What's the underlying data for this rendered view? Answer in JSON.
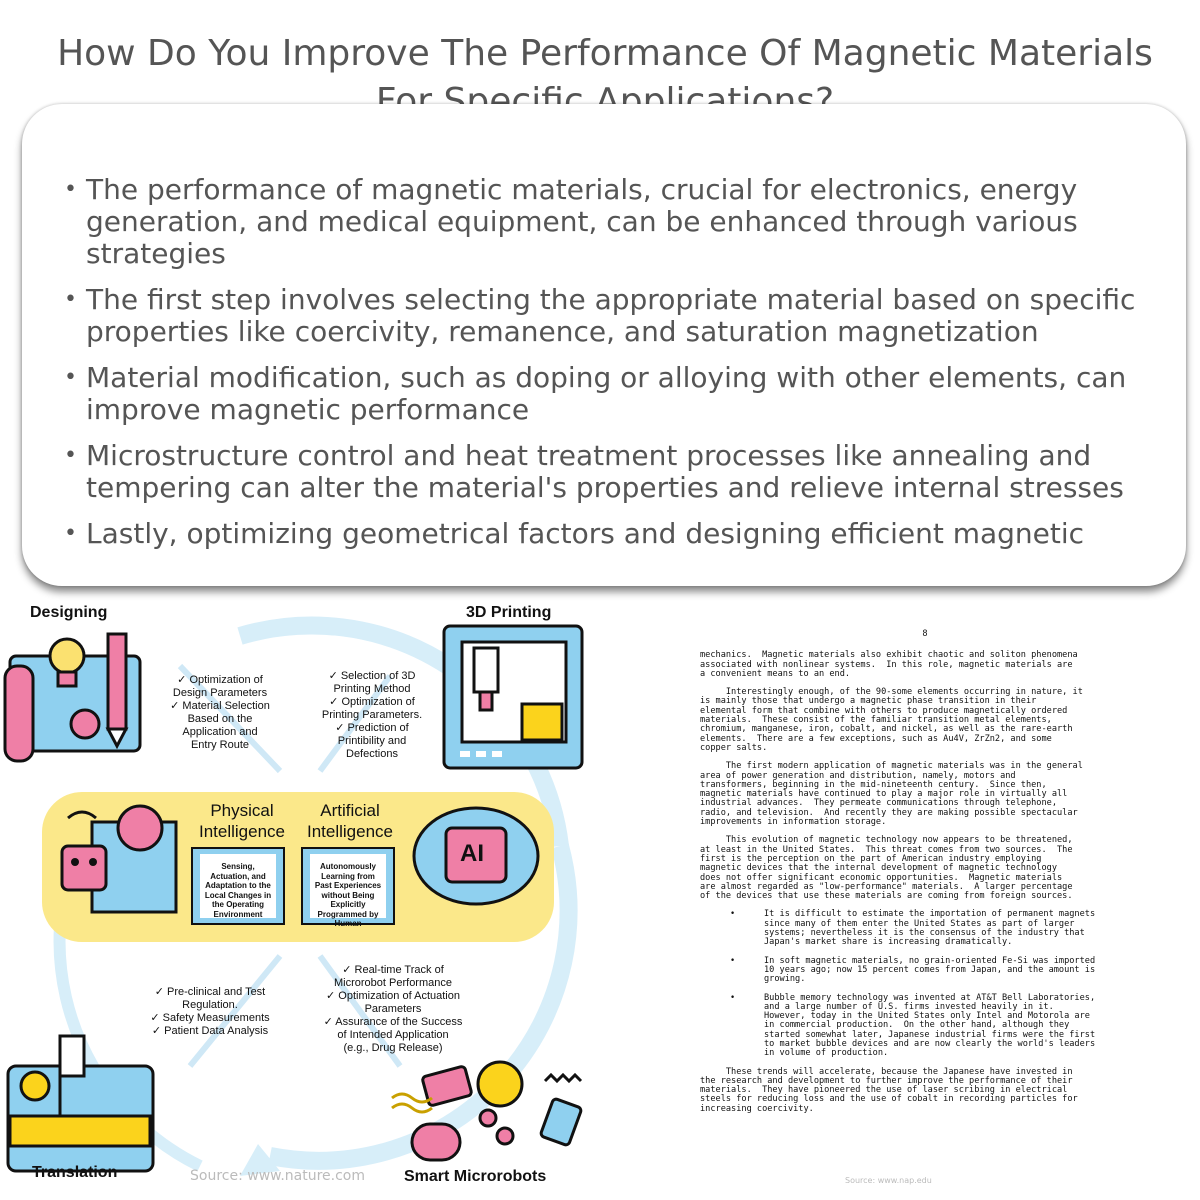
{
  "title": "How Do You Improve The Performance Of Magnetic Materials For Specific Applications?",
  "bullets": [
    "The performance of magnetic materials, crucial for electronics, energy generation, and medical equipment, can be enhanced through various strategies",
    "The first step involves selecting the appropriate material based on specific properties like coercivity, remanence, and saturation magnetization",
    "Material modification, such as doping or alloying with other elements, can improve magnetic performance",
    "Microstructure control and heat treatment processes like annealing and tempering can alter the material's properties and relieve internal stresses",
    "Lastly, optimizing geometrical factors and designing efficient magnetic"
  ],
  "diagram": {
    "designing": "Designing",
    "printing": "3D Printing",
    "translation": "Translation",
    "microrobots": "Smart Microrobots",
    "design_notes": [
      "✓ Optimization of",
      "Design Parameters",
      "✓ Material Selection",
      "Based on the",
      "Application and",
      "Entry Route"
    ],
    "printing_notes": [
      "✓ Selection of 3D",
      "Printing Method",
      "✓ Optimization of",
      "Printing Parameters.",
      "✓ Prediction of",
      "Printibility and",
      "Defections"
    ],
    "physical_heading": "Physical Intelligence",
    "artificial_heading": "Artificial Intelligence",
    "physical_box": "Sensing, Actuation, and Adaptation to the Local Changes in the Operating Environment",
    "artificial_box": "Autonomously Learning from Past Experiences without Being Explicitly Programmed by Human",
    "ai_badge": "AI",
    "translation_notes": [
      "✓ Pre-clinical and Test",
      "Regulation.",
      "✓ Safety Measurements",
      "✓ Patient Data Analysis"
    ],
    "robot_notes": [
      "✓ Real-time Track of",
      "Microrobot Performance",
      "✓ Optimization of Actuation",
      "Parameters",
      "✓ Assurance of the Success",
      "of Intended Application",
      "(e.g., Drug Release)"
    ],
    "source": "Source: www.nature.com"
  },
  "document": {
    "page_number": "8",
    "paragraphs": [
      "mechanics.  Magnetic materials also exhibit chaotic and soliton phenomena\nassociated with nonlinear systems.  In this role, magnetic materials are\na convenient means to an end.",
      "     Interestingly enough, of the 90-some elements occurring in nature, it\nis mainly those that undergo a magnetic phase transition in their\nelemental form that combine with others to produce magnetically ordered\nmaterials.  These consist of the familiar transition metal elements,\nchromium, manganese, iron, cobalt, and nickel, as well as the rare-earth\nelements.  There are a few exceptions, such as Au4V, ZrZn2, and some\ncopper salts.",
      "     The first modern application of magnetic materials was in the general\narea of power generation and distribution, namely, motors and\ntransformers, beginning in the mid-nineteenth century.  Since then,\nmagnetic materials have continued to play a major role in virtually all\nindustrial advances.  They permeate communications through telephone,\nradio, and television.  And recently they are making possible spectacular\nimprovements in information storage.",
      "     This evolution of magnetic technology now appears to be threatened,\nat least in the United States.  This threat comes from two sources.  The\nfirst is the perception on the part of American industry employing\nmagnetic devices that the internal development of magnetic technology\ndoes not offer significant economic opportunities.  Magnetic materials\nare almost regarded as \"low-performance\" materials.  A larger percentage\nof the devices that use these materials are coming from foreign sources."
    ],
    "bullet_paragraphs": [
      "It is difficult to estimate the importation of permanent magnets\nsince many of them enter the United States as part of larger\nsystems; nevertheless it is the consensus of the industry that\nJapan's market share is increasing dramatically.",
      "In soft magnetic materials, no grain-oriented Fe-Si was imported\n10 years ago; now 15 percent comes from Japan, and the amount is\ngrowing.",
      "Bubble memory technology was invented at AT&T Bell Laboratories,\nand a large number of U.S. firms invested heavily in it.\nHowever, today in the United States only Intel and Motorola are\nin commercial production.  On the other hand, although they\nstarted somewhat later, Japanese industrial firms were the first\nto market bubble devices and are now clearly the world's leaders\nin volume of production."
    ],
    "closing": "     These trends will accelerate, because the Japanese have invested in\nthe research and development to further improve the performance of their\nmaterials.  They have pioneered the use of laser scribing in electrical\nsteels for reducing loss and the use of cobalt in recording particles for\nincreasing coercivity.",
    "source": "Source: www.nap.edu"
  },
  "colors": {
    "accent_blue": "#7ec8ea",
    "yellow_panel": "#fbe88a",
    "title_gray": "#555555"
  }
}
